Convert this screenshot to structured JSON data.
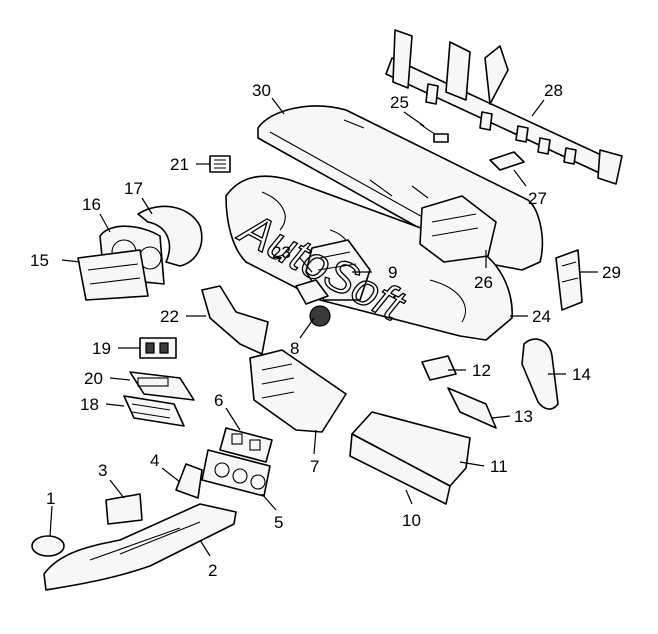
{
  "diagram": {
    "watermark": "AutoSoft",
    "callouts": [
      "1",
      "2",
      "3",
      "4",
      "5",
      "6",
      "7",
      "8",
      "9",
      "10",
      "11",
      "12",
      "13",
      "14",
      "15",
      "16",
      "17",
      "18",
      "19",
      "20",
      "21",
      "22",
      "23",
      "24",
      "25",
      "26",
      "27",
      "28",
      "29",
      "30"
    ]
  }
}
